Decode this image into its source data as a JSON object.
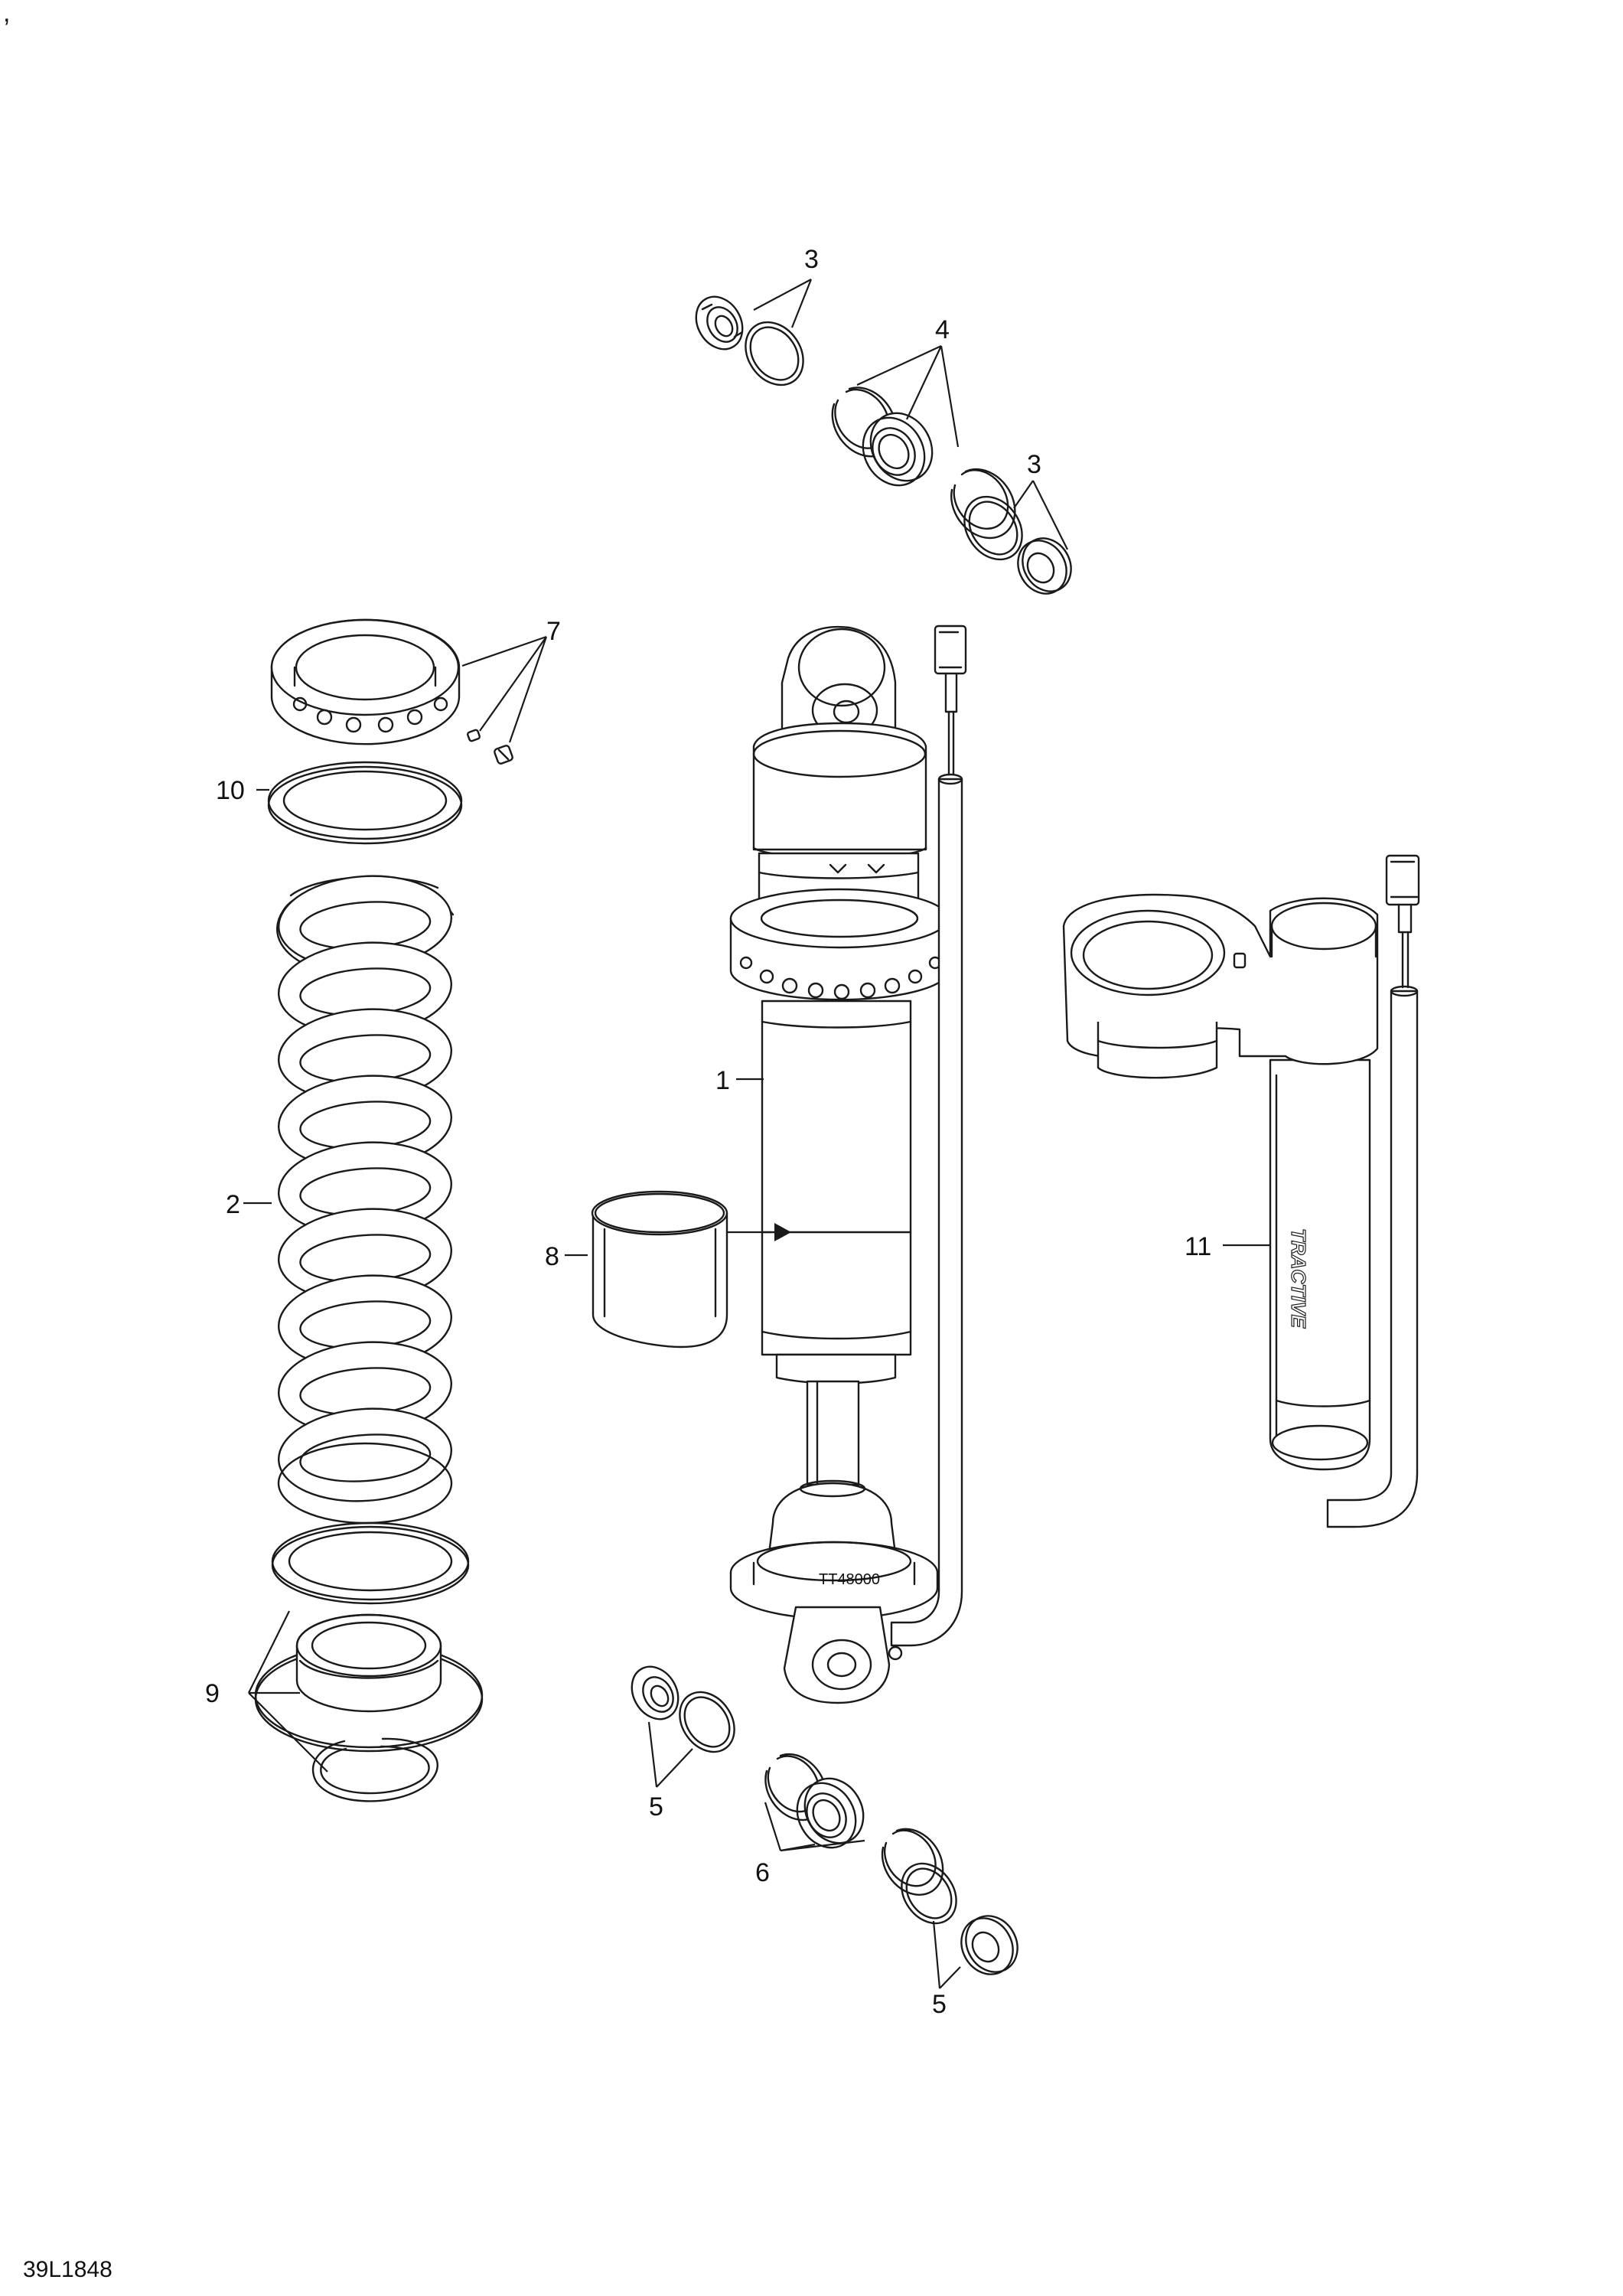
{
  "corner_mark": ",",
  "drawing_ref": "39L1848",
  "callouts": {
    "c1": "1",
    "c2": "2",
    "c3a": "3",
    "c3b": "3",
    "c4": "4",
    "c5a": "5",
    "c5b": "5",
    "c6": "6",
    "c7": "7",
    "c8": "8",
    "c9": "9",
    "c10": "10",
    "c11": "11"
  },
  "markings": {
    "reservoir_brand": "TRACTIVE",
    "shock_serial": "TT48000"
  }
}
